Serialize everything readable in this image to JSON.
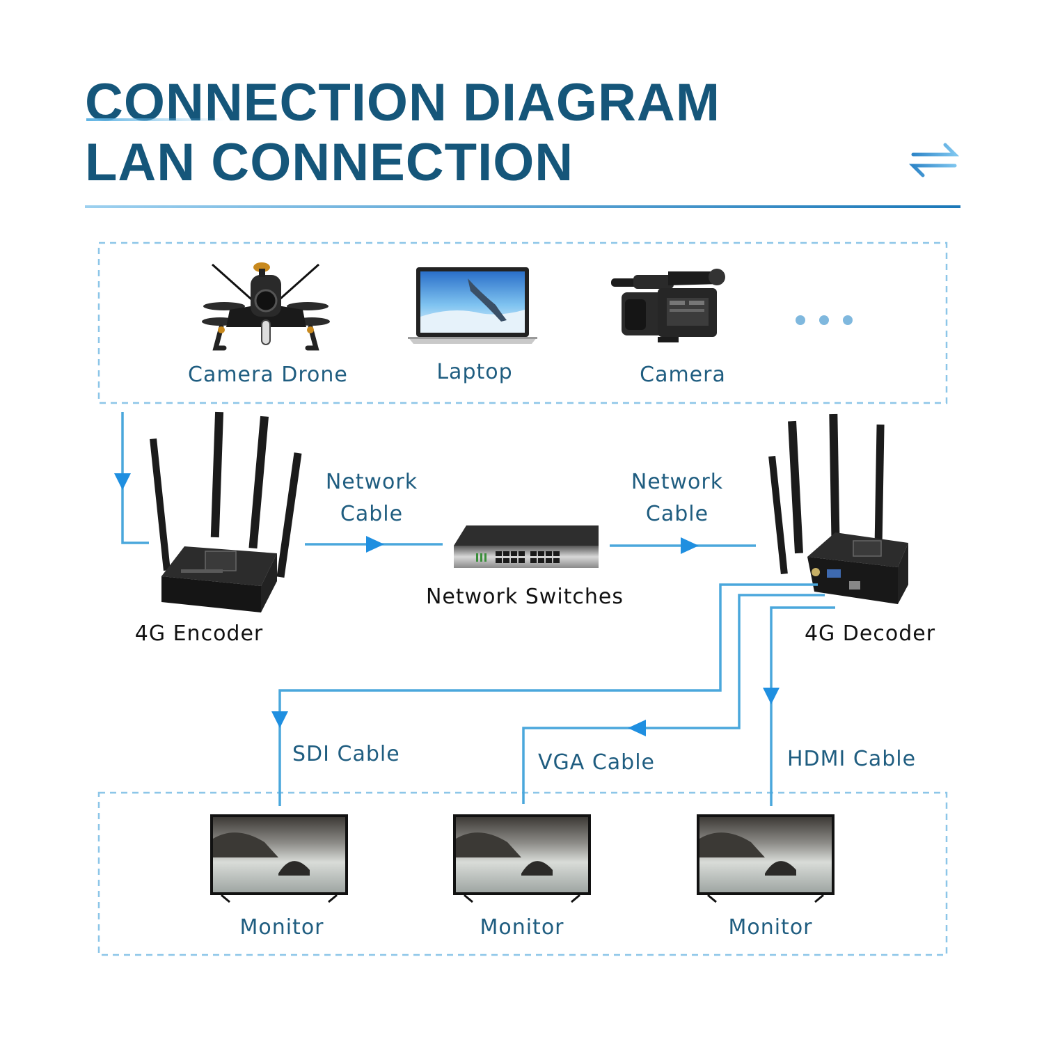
{
  "title": {
    "line1": "CONNECTION DIAGRAM",
    "line2": "LAN CONNECTION"
  },
  "header_icon": "swap-arrows-icon",
  "sources": {
    "items": [
      {
        "label": "Camera Drone",
        "icon": "drone-icon"
      },
      {
        "label": "Laptop",
        "icon": "laptop-icon"
      },
      {
        "label": "Camera",
        "icon": "camcorder-icon"
      }
    ],
    "more_icon": "ellipsis-icon"
  },
  "encoder": {
    "label": "4G Encoder"
  },
  "decoder": {
    "label": "4G Decoder"
  },
  "switch": {
    "label": "Network Switches"
  },
  "cables": {
    "network_left": "Network Cable",
    "network_right": "Network Cable",
    "sdi": "SDI Cable",
    "vga": "VGA Cable",
    "hdmi": "HDMI Cable"
  },
  "monitors": [
    {
      "label": "Monitor"
    },
    {
      "label": "Monitor"
    },
    {
      "label": "Monitor"
    }
  ],
  "colors": {
    "title": "#15567a",
    "label": "#1f5d80",
    "line": "#4aa7dc",
    "dashed": "#8cc6e8",
    "device": "#1b1b1b"
  }
}
